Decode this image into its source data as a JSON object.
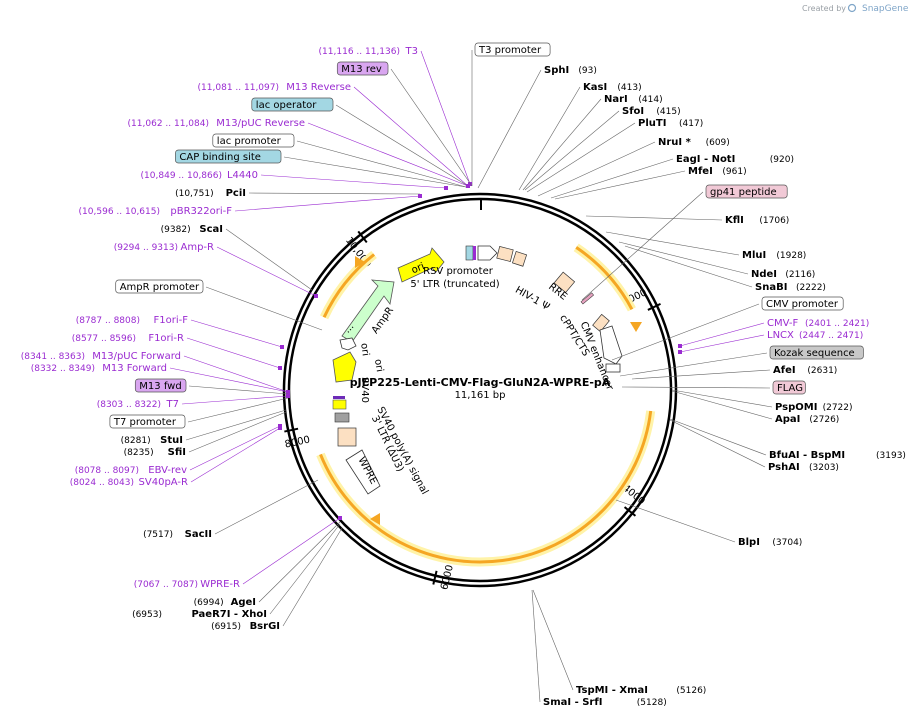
{
  "credit": {
    "text": "Created by",
    "brand": "SnapGene"
  },
  "plasmid": {
    "name": "pJEP225-Lenti-CMV-Flag-GluN2A-WPRE-pA",
    "size": "11,161 bp"
  },
  "colors": {
    "purple": "#9a2bd1",
    "yellow_arrow": "#ffff00",
    "orange": "#f5a623",
    "green_arrow": "#ccffcc",
    "peach": "#fce0c2",
    "gray_box": "#a0a0a0",
    "kozak": "#c8c8c8",
    "blue_box": "#a3d7e3",
    "pink_box": "#f1c9d6",
    "purple_box": "#d9a6f0"
  },
  "ticks": [
    "2000",
    "4000",
    "6000",
    "8000",
    "10,000"
  ],
  "labels": [
    {
      "id": "t3-promoter",
      "name": "T3 promoter",
      "box": "white",
      "anchor": "start"
    },
    {
      "id": "sphi",
      "name": "SphI",
      "pos": "(93)",
      "kind": "enzyme",
      "anchor": "start"
    },
    {
      "id": "kasi",
      "name": "KasI",
      "pos": "(413)",
      "kind": "enzyme",
      "anchor": "start"
    },
    {
      "id": "nari",
      "name": "NarI",
      "pos": "(414)",
      "kind": "enzyme",
      "anchor": "start"
    },
    {
      "id": "sfoi",
      "name": "SfoI",
      "pos": "(415)",
      "kind": "enzyme",
      "anchor": "start"
    },
    {
      "id": "pluti",
      "name": "PluTI",
      "pos": "(417)",
      "kind": "enzyme",
      "anchor": "start"
    },
    {
      "id": "nrui",
      "name": "NruI *",
      "pos": "(609)",
      "kind": "enzyme",
      "anchor": "start"
    },
    {
      "id": "eagi-noti",
      "name": "EagI   - NotI",
      "pos": "(920)",
      "kind": "enzyme",
      "anchor": "start"
    },
    {
      "id": "mfei",
      "name": "MfeI",
      "pos": "(961)",
      "kind": "enzyme",
      "anchor": "start"
    },
    {
      "id": "gp41",
      "name": "gp41 peptide",
      "box": "pink",
      "anchor": "start"
    },
    {
      "id": "kfli",
      "name": "KflI",
      "pos": "(1706)",
      "kind": "enzyme",
      "anchor": "start"
    },
    {
      "id": "mlui",
      "name": "MluI",
      "pos": "(1928)",
      "kind": "enzyme",
      "anchor": "start"
    },
    {
      "id": "ndei",
      "name": "NdeI",
      "pos": "(2116)",
      "kind": "enzyme",
      "anchor": "start"
    },
    {
      "id": "snabi",
      "name": "SnaBI",
      "pos": "(2222)",
      "kind": "enzyme",
      "anchor": "start"
    },
    {
      "id": "cmv-promoter",
      "name": "CMV promoter",
      "box": "white",
      "anchor": "start"
    },
    {
      "id": "cmv-f",
      "name": "CMV-F",
      "pos": "(2401 .. 2421)",
      "kind": "primer",
      "anchor": "start"
    },
    {
      "id": "lncx",
      "name": "LNCX",
      "pos": "(2447 .. 2471)",
      "kind": "primer",
      "anchor": "start"
    },
    {
      "id": "kozak",
      "name": "Kozak sequence",
      "box": "gray",
      "anchor": "start"
    },
    {
      "id": "afei",
      "name": "AfeI",
      "pos": "(2631)",
      "kind": "enzyme",
      "anchor": "start"
    },
    {
      "id": "flag",
      "name": "FLAG",
      "box": "pink",
      "anchor": "start"
    },
    {
      "id": "pspomi",
      "name": "PspOMI",
      "pos": "(2722)",
      "kind": "enzyme",
      "anchor": "start"
    },
    {
      "id": "apai",
      "name": "ApaI",
      "pos": "(2726)",
      "kind": "enzyme",
      "anchor": "start"
    },
    {
      "id": "bfuai",
      "name": "BfuAI   - BspMI",
      "pos": "(3193)",
      "kind": "enzyme",
      "anchor": "start"
    },
    {
      "id": "pshai",
      "name": "PshAI",
      "pos": "(3203)",
      "kind": "enzyme",
      "anchor": "start"
    },
    {
      "id": "blpi",
      "name": "BlpI",
      "pos": "(3704)",
      "kind": "enzyme",
      "anchor": "start"
    },
    {
      "id": "tspmi",
      "name": "TspMI   - XmaI",
      "pos": "(5126)",
      "kind": "enzyme",
      "anchor": "start"
    },
    {
      "id": "smai",
      "name": "SmaI   - SrfI",
      "pos": "(5128)",
      "kind": "enzyme",
      "anchor": "start"
    },
    {
      "id": "t3",
      "name": "T3",
      "pos": "(11,116 .. 11,136)",
      "kind": "primer",
      "anchor": "end"
    },
    {
      "id": "m13-rev",
      "name": "M13 rev",
      "box": "purple",
      "anchor": "end"
    },
    {
      "id": "m13-reverse",
      "name": "M13 Reverse",
      "pos": "(11,081 .. 11,097)",
      "kind": "primer",
      "anchor": "end"
    },
    {
      "id": "lac-operator",
      "name": "lac operator",
      "box": "blue",
      "anchor": "end"
    },
    {
      "id": "m13-puc-reverse",
      "name": "M13/pUC Reverse",
      "pos": "(11,062 .. 11,084)",
      "kind": "primer",
      "anchor": "end"
    },
    {
      "id": "lac-promoter",
      "name": "lac promoter",
      "box": "white",
      "anchor": "end"
    },
    {
      "id": "cap",
      "name": "CAP binding site",
      "box": "blue",
      "anchor": "end"
    },
    {
      "id": "l4440",
      "name": "L4440",
      "pos": "(10,849 .. 10,866)",
      "kind": "primer",
      "anchor": "end"
    },
    {
      "id": "pcii",
      "name": "PciI",
      "pos": "(10,751)",
      "kind": "enzyme",
      "anchor": "end"
    },
    {
      "id": "pbr322",
      "name": "pBR322ori-F",
      "pos": "(10,596 .. 10,615)",
      "kind": "primer",
      "anchor": "end"
    },
    {
      "id": "scai",
      "name": "ScaI",
      "pos": "(9382)",
      "kind": "enzyme",
      "anchor": "end"
    },
    {
      "id": "amp-r",
      "name": "Amp-R",
      "pos": "(9294 .. 9313)",
      "kind": "primer",
      "anchor": "end"
    },
    {
      "id": "ampr-promoter",
      "name": "AmpR promoter",
      "box": "white",
      "anchor": "end"
    },
    {
      "id": "f1ori-f",
      "name": "F1ori-F",
      "pos": "(8787 .. 8808)",
      "kind": "primer",
      "anchor": "end"
    },
    {
      "id": "f1ori-r",
      "name": "F1ori-R",
      "pos": "(8577 .. 8596)",
      "kind": "primer",
      "anchor": "end"
    },
    {
      "id": "m13-puc-forward",
      "name": "M13/pUC Forward",
      "pos": "(8341 .. 8363)",
      "kind": "primer",
      "anchor": "end"
    },
    {
      "id": "m13-forward",
      "name": "M13 Forward",
      "pos": "(8332 .. 8349)",
      "kind": "primer",
      "anchor": "end"
    },
    {
      "id": "m13-fwd",
      "name": "M13 fwd",
      "box": "purple",
      "anchor": "end"
    },
    {
      "id": "t7",
      "name": "T7",
      "pos": "(8303 .. 8322)",
      "kind": "primer",
      "anchor": "end"
    },
    {
      "id": "t7-promoter",
      "name": "T7 promoter",
      "box": "white",
      "anchor": "end"
    },
    {
      "id": "stui",
      "name": "StuI",
      "pos": "(8281)",
      "kind": "enzyme",
      "anchor": "end"
    },
    {
      "id": "sfii",
      "name": "SfiI",
      "pos": "(8235)",
      "kind": "enzyme",
      "anchor": "end"
    },
    {
      "id": "ebv-rev",
      "name": "EBV-rev",
      "pos": "(8078 .. 8097)",
      "kind": "primer",
      "anchor": "end"
    },
    {
      "id": "sv40pa-r",
      "name": "SV40pA-R",
      "pos": "(8024 .. 8043)",
      "kind": "primer",
      "anchor": "end"
    },
    {
      "id": "sacii",
      "name": "SacII",
      "pos": "(7517)",
      "kind": "enzyme",
      "anchor": "end"
    },
    {
      "id": "wpre-r",
      "name": "WPRE-R",
      "pos": "(7067 .. 7087)",
      "kind": "primer",
      "anchor": "end"
    },
    {
      "id": "agei",
      "name": "AgeI",
      "pos": "(6994)",
      "kind": "enzyme",
      "anchor": "end"
    },
    {
      "id": "paer7i",
      "name": "PaeR7I   - XhoI",
      "pos": "(6953)",
      "kind": "enzyme",
      "anchor": "end"
    },
    {
      "id": "bsrgi",
      "name": "BsrGI",
      "pos": "(6915)",
      "kind": "enzyme",
      "anchor": "end"
    }
  ],
  "features": {
    "rsv": "RSV promoter",
    "ltr5": "5' LTR (truncated)",
    "hiv": "HIV-1 Ψ",
    "rre": "RRE",
    "cppt": "cPPT/CTS",
    "cmv_enh": "CMV enhancer",
    "ori": "ori",
    "ampr": "AmpR",
    "f1ori": "ori",
    "sv40ori": "ori",
    "sv40": "SV40",
    "sv40pa": "SV40 poly(A) signal",
    "ltr3": "3' LTR (ΔU3)",
    "wpre": "WPRE",
    "ellipsis": "..."
  }
}
